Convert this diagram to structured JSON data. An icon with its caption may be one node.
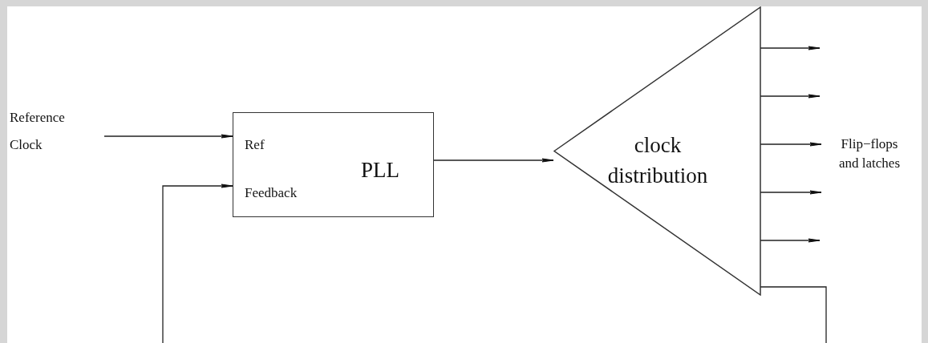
{
  "diagram": {
    "nodes": [
      {
        "text": [
          "Reference Clock"
        ]
      },
      {
        "text": [
          "Ref",
          "PLL",
          "Feedback"
        ]
      },
      {
        "text": [
          "clock distribution"
        ]
      },
      {
        "text": [
          "Flip−flops and latches"
        ]
      }
    ],
    "edges": [
      {
        "from": 0,
        "to": 1,
        "arrow": "to"
      },
      {
        "from": 1,
        "to": 2,
        "arrow": "to"
      },
      {
        "from": 2,
        "to": null,
        "arrow": "to"
      },
      {
        "from": 2,
        "to": null,
        "arrow": "to"
      },
      {
        "from": 2,
        "to": 3,
        "arrow": "to"
      },
      {
        "from": 2,
        "to": 3,
        "arrow": "to"
      },
      {
        "from": 2,
        "to": null,
        "arrow": "to"
      },
      {
        "from": 2,
        "to": 1,
        "arrow": "to"
      }
    ]
  }
}
